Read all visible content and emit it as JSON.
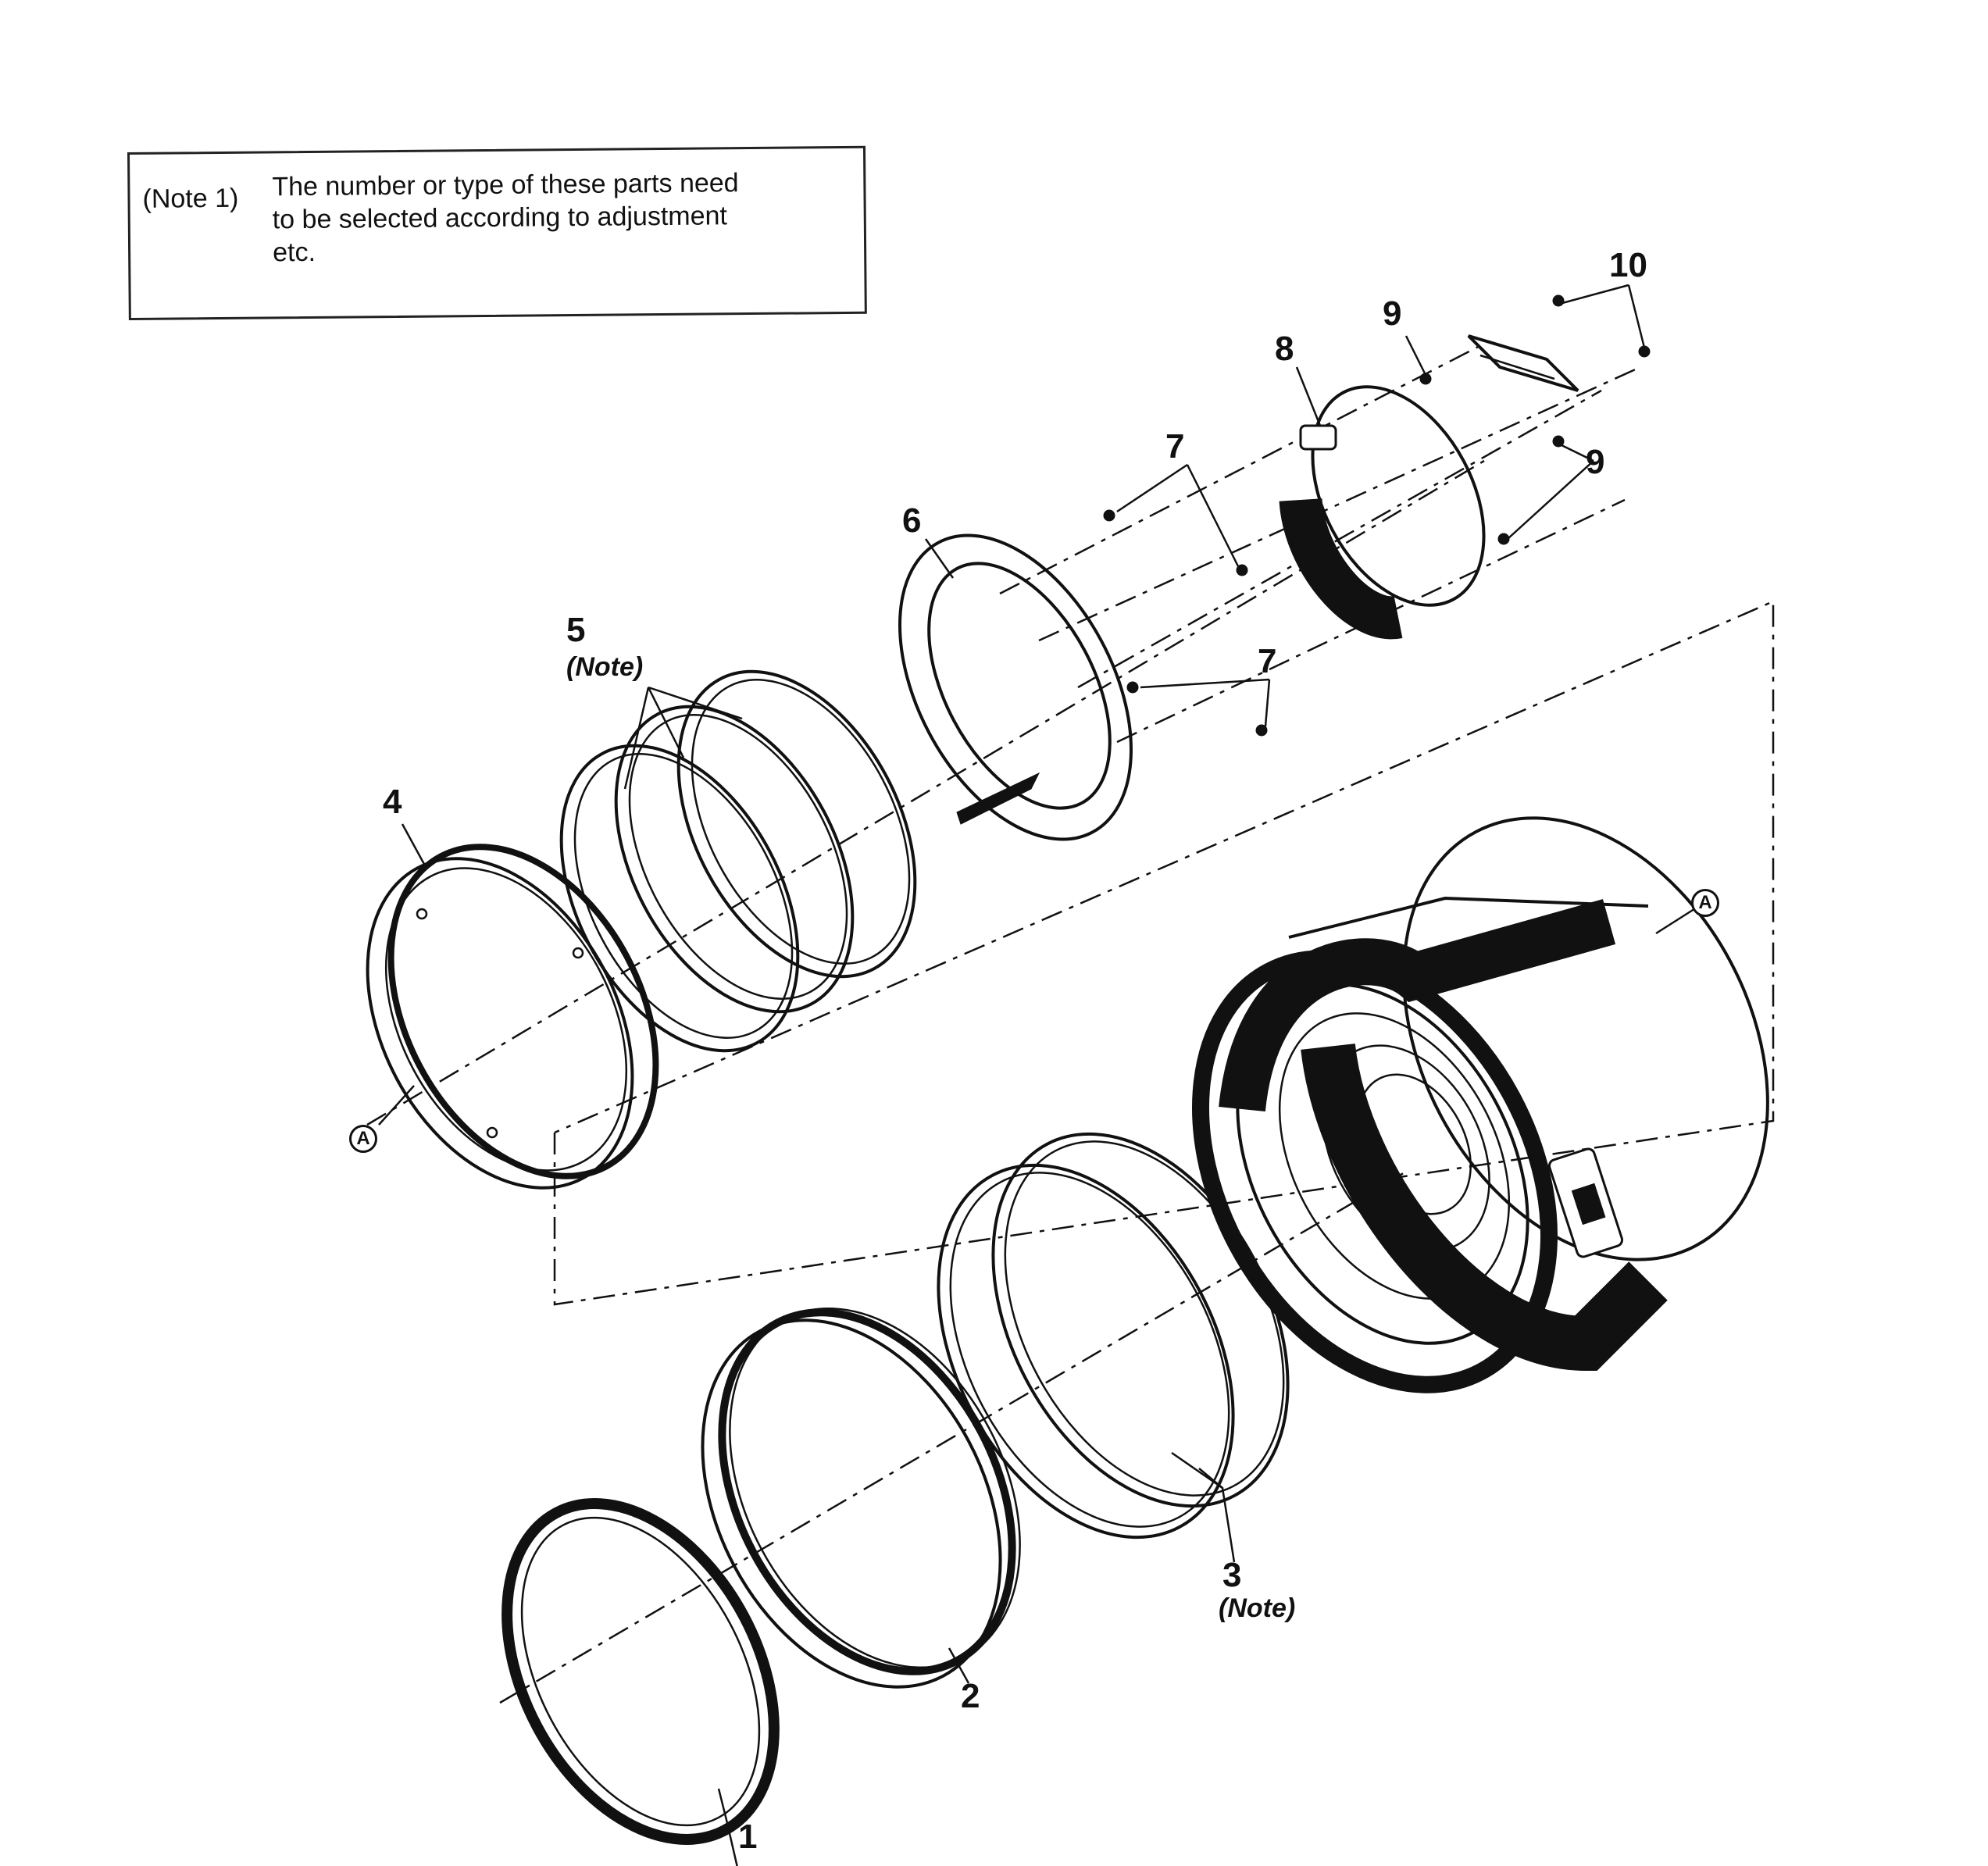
{
  "note": {
    "tag": "(Note 1)",
    "text_line_1": "The number or type of these parts need",
    "text_line_2": "to be selected according to adjustment",
    "text_line_3": "etc."
  },
  "callouts": {
    "part_1": "1",
    "part_2": "2",
    "part_3": "3",
    "part_4": "4",
    "part_5": "5",
    "part_6": "6",
    "part_7a": "7",
    "part_7b": "7",
    "part_8": "8",
    "part_9a": "9",
    "part_9b": "9",
    "part_10": "10"
  },
  "sub_notes": {
    "part_3_note": "(Note)",
    "part_5_note": "(Note)"
  },
  "reference_marks": {
    "ref_a_left": "A",
    "ref_a_right": "A"
  }
}
